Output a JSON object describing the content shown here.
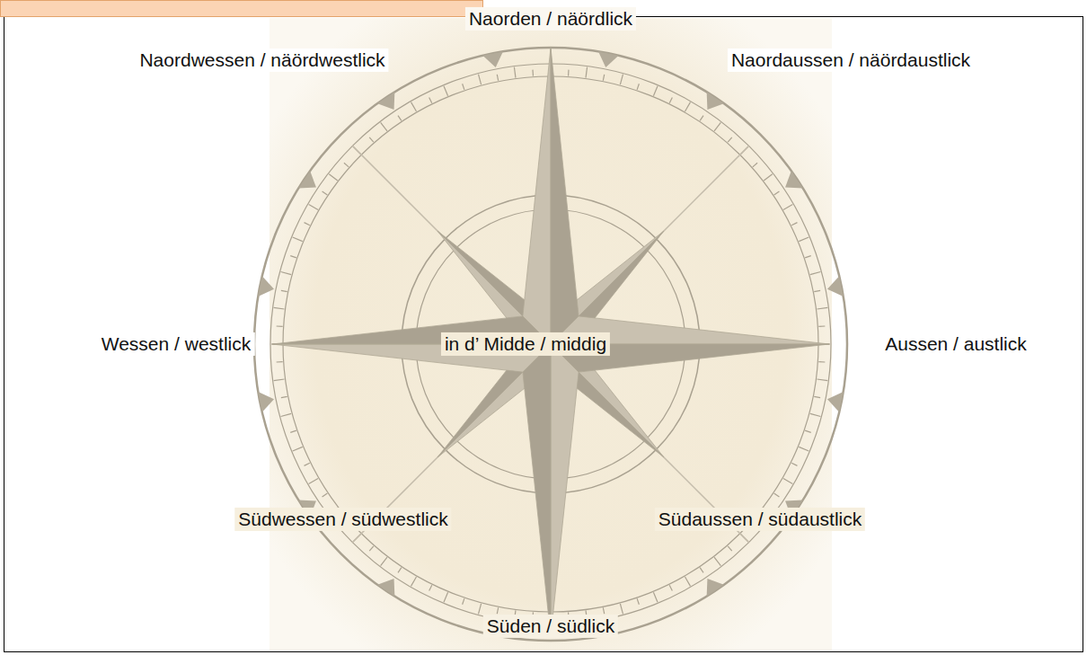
{
  "diagram": {
    "labels": [
      "Naorden / näördlick",
      "Naordwessen / näördwestlick",
      "Naordaussen / näördaustlick",
      "Wessen / westlick",
      "in d’ Midde / middig",
      "Aussen / austlick",
      "Südwessen / südwestlick",
      "Südaussen / südaustlick",
      "Süden / südlick"
    ]
  }
}
